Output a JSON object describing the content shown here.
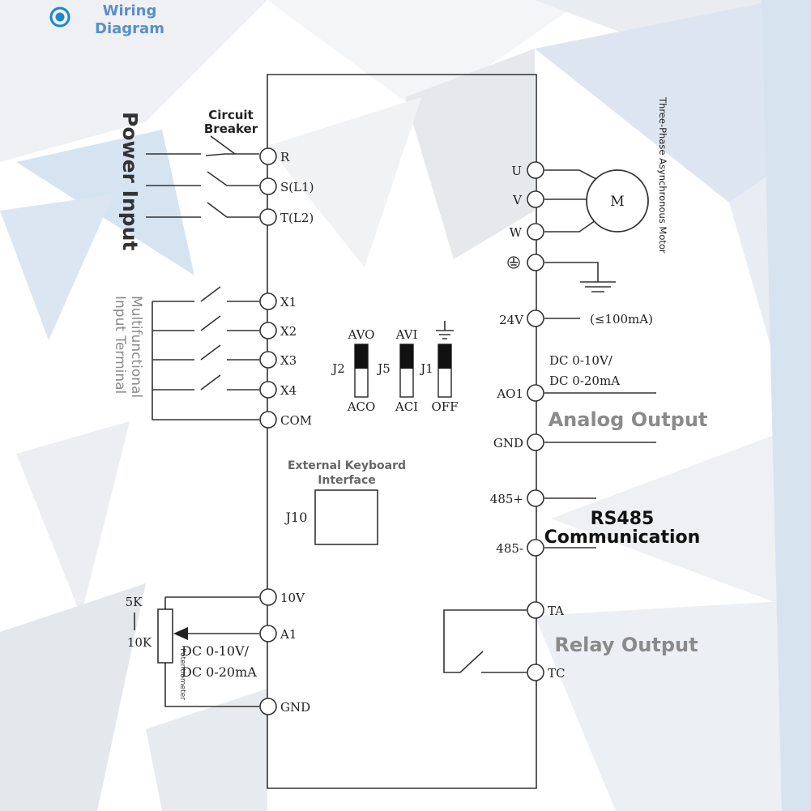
{
  "header": {
    "title_line1": "Wiring",
    "title_line2": "Diagram"
  },
  "labels": {
    "power_input": "Power Input",
    "circuit_breaker_line1": "Circuit",
    "circuit_breaker_line2": "Breaker",
    "multifunctional_line1": "Multifunctional",
    "multifunctional_line2": "Input Terminal",
    "motor_caption": "Three-Phase Asynchronous Motor",
    "motor_symbol": "M",
    "keyboard_line1": "External Keyboard",
    "keyboard_line2": "Interface",
    "keyboard_id": "J10",
    "analog_output": "Analog Output",
    "rs485_line1": "RS485",
    "rs485_line2": "Communication",
    "relay_output": "Relay Output",
    "potentiometer": "Potentiometer",
    "pot_range_top": "5K",
    "pot_range_bottom": "10K",
    "supply_limit": "(≤100mA)",
    "ao_range_line1": "DC 0-10V/",
    "ao_range_line2": "DC 0-20mA",
    "ai_range_line1": "DC 0-10V/",
    "ai_range_line2": "DC 0-20mA"
  },
  "terminals_left": {
    "r": "R",
    "s": "S(L1)",
    "t": "T(L2)",
    "x1": "X1",
    "x2": "X2",
    "x3": "X3",
    "x4": "X4",
    "com": "COM",
    "v10": "10V",
    "a1": "A1",
    "gnd": "GND"
  },
  "terminals_right": {
    "u": "U",
    "v": "V",
    "w": "W",
    "v24": "24V",
    "ao1": "AO1",
    "gnd": "GND",
    "p485": "485+",
    "n485": "485-",
    "ta": "TA",
    "tc": "TC"
  },
  "jumpers": [
    {
      "top": "AVO",
      "id": "J2",
      "bottom": "ACO"
    },
    {
      "top": "AVI",
      "id": "J5",
      "bottom": "ACI"
    },
    {
      "top": "",
      "id": "J1",
      "bottom": "OFF"
    }
  ],
  "colors": {
    "header_accent": "#1e88c7",
    "header_text": "#5b8fc6",
    "label_dark": "#333333",
    "label_grey": "#8a8a8a",
    "wire": "#333333"
  }
}
